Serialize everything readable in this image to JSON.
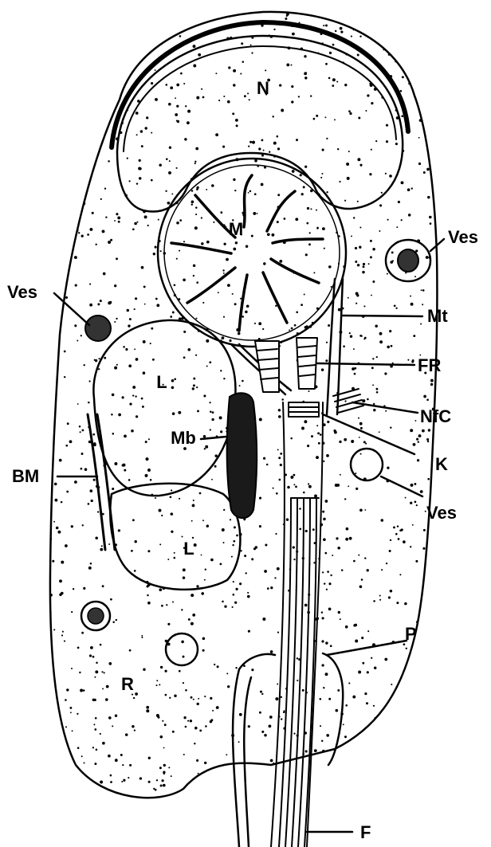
{
  "labels": {
    "N": "N",
    "M": "M",
    "Ves": "Ves",
    "Mt": "Mt",
    "FR": "FR",
    "NfC": "NfC",
    "L": "L",
    "Mb": "Mb",
    "BM": "BM",
    "K": "K",
    "P": "P",
    "R": "R",
    "F": "F"
  },
  "colors": {
    "ink": "#000000",
    "lipid_fill": "#b9b9b9",
    "membrane_fill": "#1a1a1a",
    "paper": "#ffffff"
  }
}
